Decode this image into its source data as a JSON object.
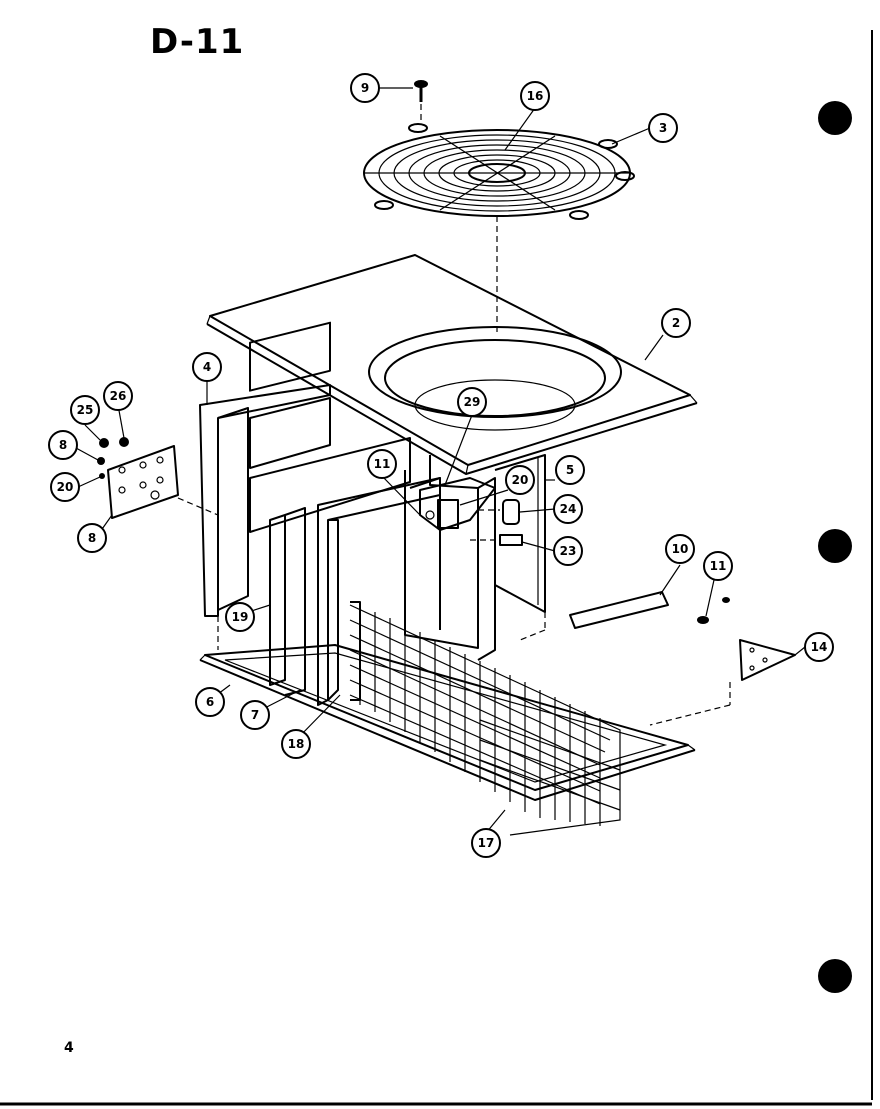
{
  "title": "D-11",
  "page_number": "4",
  "callouts": [
    "9",
    "16",
    "3",
    "2",
    "4",
    "26",
    "25",
    "8",
    "20",
    "8",
    "29",
    "11",
    "20",
    "5",
    "24",
    "23",
    "19",
    "10",
    "11",
    "14",
    "6",
    "7",
    "18",
    "17"
  ]
}
